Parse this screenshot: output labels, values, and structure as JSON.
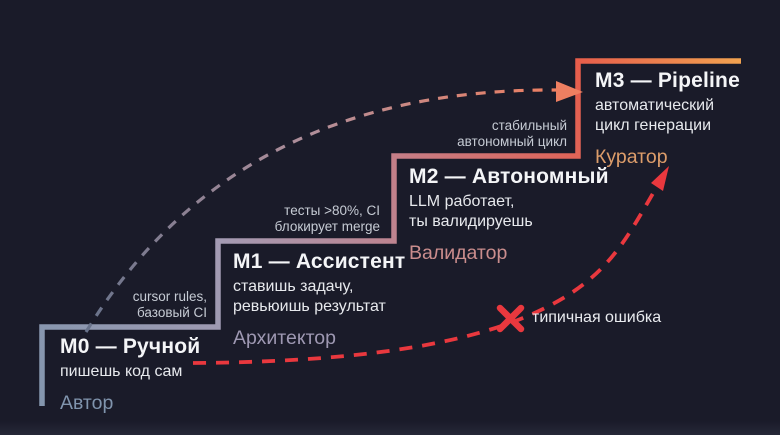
{
  "canvas": {
    "bg": "#1a1b29"
  },
  "colors": {
    "title": "#f4f5f7",
    "desc": "#e7e9ed",
    "label": "#c6cbd4",
    "stair_0": "#8496ae",
    "stair_1": "#a49bb3",
    "stair_2": "#c57e87",
    "stair_3": "#e75d4b",
    "stair_4": "#f2a350",
    "arc_start": "#67728a",
    "arc_mid": "#b18f9b",
    "arc_end": "#ee7f61",
    "error_red": "#e9383e"
  },
  "steps": [
    {
      "title": "M0 — Ручной",
      "desc": "пишешь код сам",
      "role": "Автор",
      "role_color": "#8094ad"
    },
    {
      "title": "M1 — Ассистент",
      "desc": "ставишь задачу,\nревьюишь результат",
      "role": "Архитектор",
      "role_color": "#9e98b2"
    },
    {
      "title": "M2 — Автономный",
      "desc": "LLM работает,\nты валидируешь",
      "role": "Валидатор",
      "role_color": "#ca8d8d"
    },
    {
      "title": "M3 — Pipeline",
      "desc": "автоматический\nцикл генерации",
      "role": "Куратор",
      "role_color": "#dd9d6a"
    }
  ],
  "transitions": [
    {
      "label": "cursor rules,\nбазовый CI"
    },
    {
      "label": "тесты >80%, CI\nблокирует merge"
    },
    {
      "label": "стабильный\nавтономный цикл"
    }
  ],
  "error": {
    "label": "типичная ошибка"
  }
}
